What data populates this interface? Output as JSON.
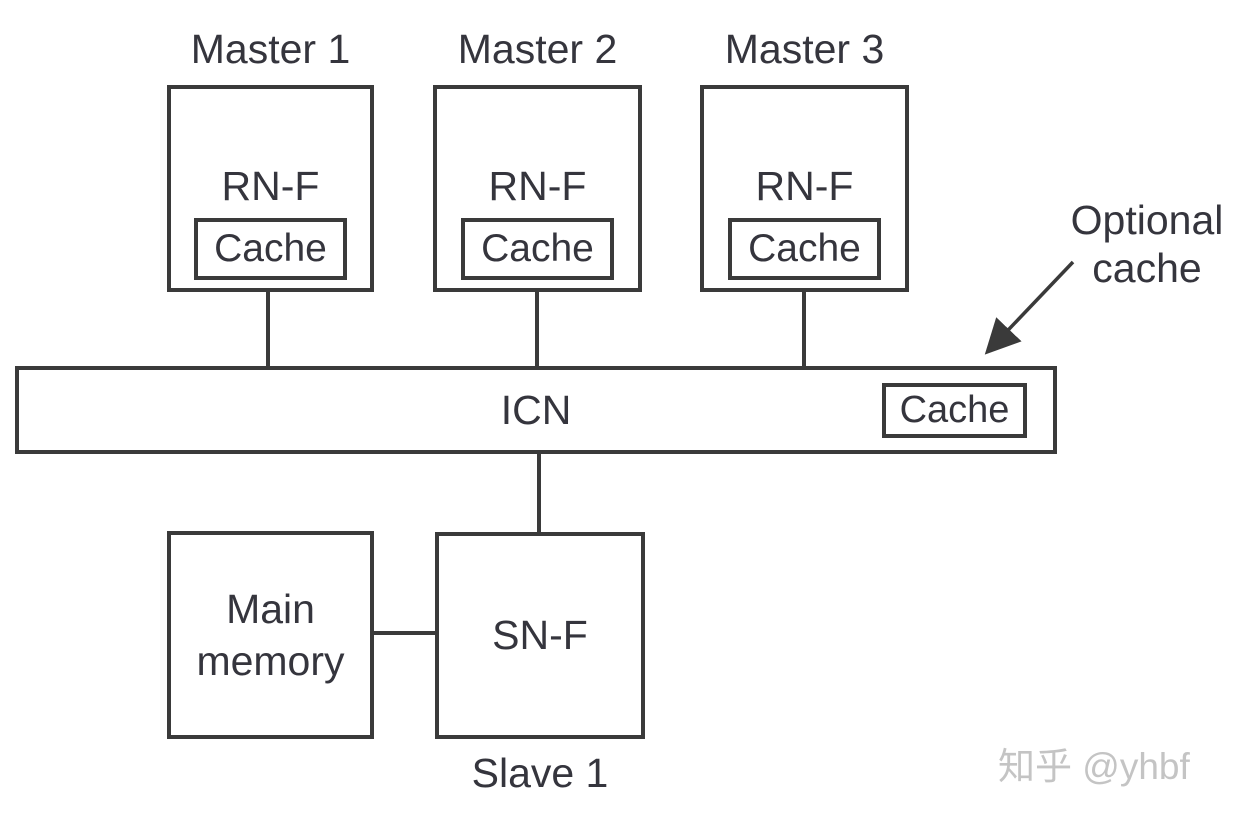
{
  "diagram": {
    "masters": [
      {
        "title": "Master 1",
        "node_label": "RN-F",
        "cache_label": "Cache"
      },
      {
        "title": "Master 2",
        "node_label": "RN-F",
        "cache_label": "Cache"
      },
      {
        "title": "Master 3",
        "node_label": "RN-F",
        "cache_label": "Cache"
      }
    ],
    "icn": {
      "label": "ICN",
      "cache_label": "Cache"
    },
    "annotation": {
      "line1": "Optional",
      "line2": "cache"
    },
    "main_memory": {
      "line1": "Main",
      "line2": "memory"
    },
    "slave": {
      "node_label": "SN-F",
      "caption": "Slave 1"
    }
  },
  "watermark": "知乎 @yhbf",
  "colors": {
    "line": "#3a3a3a",
    "text": "#35353d",
    "watermark": "#c4c4c4",
    "background": "#ffffff"
  }
}
